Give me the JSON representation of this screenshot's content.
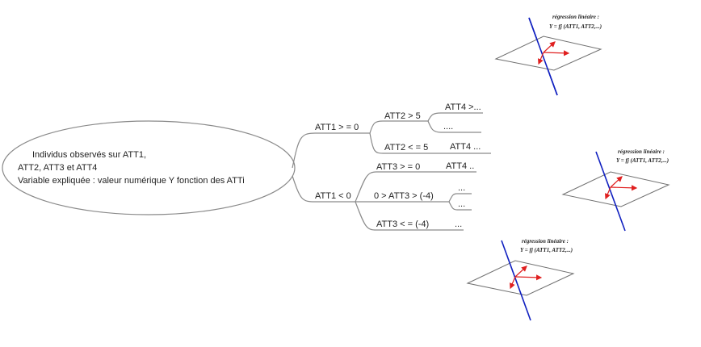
{
  "root": {
    "lines": [
      "Individus observés sur ATT1,",
      "ATT2, ATT3 et ATT4",
      "Variable expliquée : valeur numérique Y fonction des ATTi"
    ]
  },
  "tree": {
    "att1_ge": "ATT1 > = 0",
    "att1_lt": "ATT1 < 0",
    "att2_gt": "ATT2 > 5",
    "att2_le": "ATT2 < = 5",
    "att4_a": "ATT4 >...",
    "dots_a": "....",
    "att4_b": "ATT4 ...",
    "att3_ge": "ATT3 > = 0",
    "att3_mid": "0 > ATT3 > (-4)",
    "att3_le": "ATT3 < = (-4)",
    "att4_c": "ATT4 ..",
    "dots_b": "...",
    "dots_c": "...",
    "dots_d": "..."
  },
  "models": [
    {
      "title": "régression linéaire :",
      "formula": "Y = fj (ATT1, ATT2,...)"
    },
    {
      "title": "régression linéaire :",
      "formula": "Y = fj (ATT1, ATT2,...)"
    },
    {
      "title": "régression linéaire :",
      "formula": "Y = fj (ATT1, ATT2,...)"
    }
  ],
  "colors": {
    "axis": "#1020c0",
    "vectors": "#e02020",
    "lines": "#8a8a8a"
  }
}
